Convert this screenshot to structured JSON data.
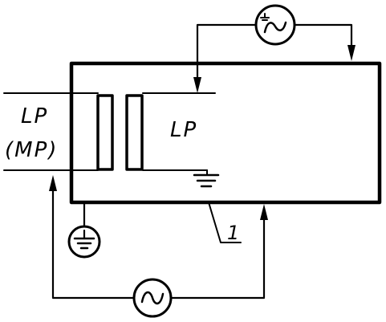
{
  "labels": {
    "inner_region": "LP",
    "left_top": "LP",
    "left_bottom": "(MP)",
    "callout": "1"
  },
  "components": {
    "top_source": "ac-source-tilde-with-ground-icon",
    "bottom_source": "ac-source-tilde-icon",
    "left_ground": "circled-ground-icon",
    "inner_ground": "ground-icon"
  },
  "colors": {
    "ink": "#000000",
    "background": "#ffffff"
  }
}
